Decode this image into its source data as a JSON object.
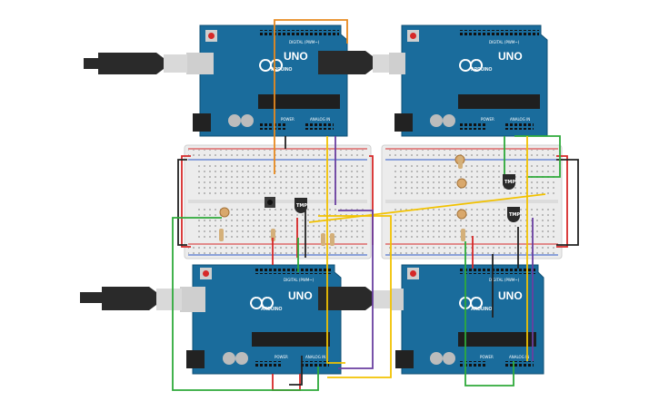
{
  "boards": [
    {
      "id": "arduino-top-left",
      "brand": "ARDUINO",
      "model": "UNO",
      "header_digital": "DIGITAL (PWM~)",
      "header_power": "POWER",
      "header_analog": "ANALOG IN"
    },
    {
      "id": "arduino-top-right",
      "brand": "ARDUINO",
      "model": "UNO",
      "header_digital": "DIGITAL (PWM~)",
      "header_power": "POWER",
      "header_analog": "ANALOG IN"
    },
    {
      "id": "arduino-bottom-left",
      "brand": "ARDUINO",
      "model": "UNO",
      "header_digital": "DIGITAL (PWM~)",
      "header_power": "POWER",
      "header_analog": "ANALOG IN"
    },
    {
      "id": "arduino-bottom-right",
      "brand": "ARDUINO",
      "model": "UNO",
      "header_digital": "DIGITAL (PWM~)",
      "header_power": "POWER",
      "header_analog": "ANALOG IN"
    }
  ],
  "sensors": {
    "tmp_label": "TMP"
  },
  "colors": {
    "board": "#1a6c9c",
    "board_edge": "#0f4f75",
    "breadboard": "#e9e9e9",
    "wire_red": "#d62828",
    "wire_black": "#222222",
    "wire_green": "#2eaa3a",
    "wire_yellow": "#f2c200",
    "wire_purple": "#6a3fa0",
    "wire_orange": "#e8891e",
    "usb_metal": "#cfcfcf",
    "usb_plug": "#2a2a2a"
  }
}
